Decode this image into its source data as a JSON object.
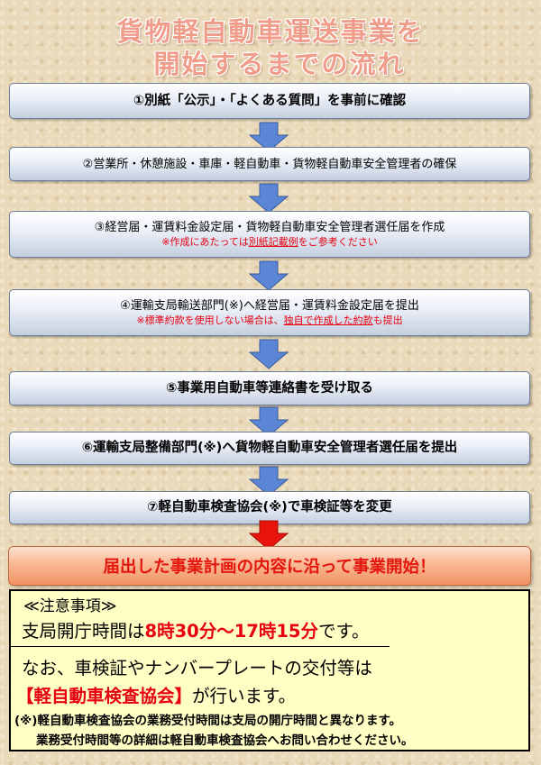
{
  "title": {
    "line1": "貨物軽自動車運送事業を",
    "line2": "開始するまでの流れ"
  },
  "steps": [
    {
      "text": "①別紙「公示」・「よくある質問」を事前に確認"
    },
    {
      "text": "②営業所・休憩施設・車庫・軽自動車・貨物軽自動車安全管理者の確保"
    },
    {
      "text": "③経営届・運賃料金設定届・貨物軽自動車安全管理者選任届を作成",
      "note_pre": "※作成にあたっては",
      "note_link": "別紙記載例",
      "note_post": "をご参考ください"
    },
    {
      "text": "④運輸支局輸送部門(※)へ経営届・運賃料金設定届を提出",
      "note_pre": "※標準約款を使用しない場合は、",
      "note_link": "独自で作成した約款",
      "note_post": "も提出"
    },
    {
      "text": "⑤事業用自動車等連絡書を受け取る"
    },
    {
      "text": "⑥運輸支局整備部門(※)へ貨物軽自動車安全管理者選任届を提出"
    },
    {
      "text": "⑦軽自動車検査協会(※)で車検証等を変更"
    }
  ],
  "final": {
    "text": "届出した事業計画の内容に沿って事業開始！"
  },
  "notice": {
    "heading": "≪注意事項≫",
    "hours_pre": "支局開庁時間は",
    "hours_value": "8時30分～17時15分",
    "hours_post": "です。",
    "para_line1": "なお、車検証やナンバープレートの交付等は",
    "para_org": "【軽自動車検査協会】",
    "para_line2_post": "が行います。",
    "footnote1": "(※)軽自動車検査協会の業務受付時間は支局の開庁時間と異なります。",
    "footnote2": "業務受付時間等の詳細は軽自動車検査協会へお問い合わせください。"
  },
  "colors": {
    "arrow_blue": "#5b86d6",
    "arrow_red": "#e8140c",
    "emphasis_red": "#e60012",
    "notice_bg": "#fffec4"
  }
}
